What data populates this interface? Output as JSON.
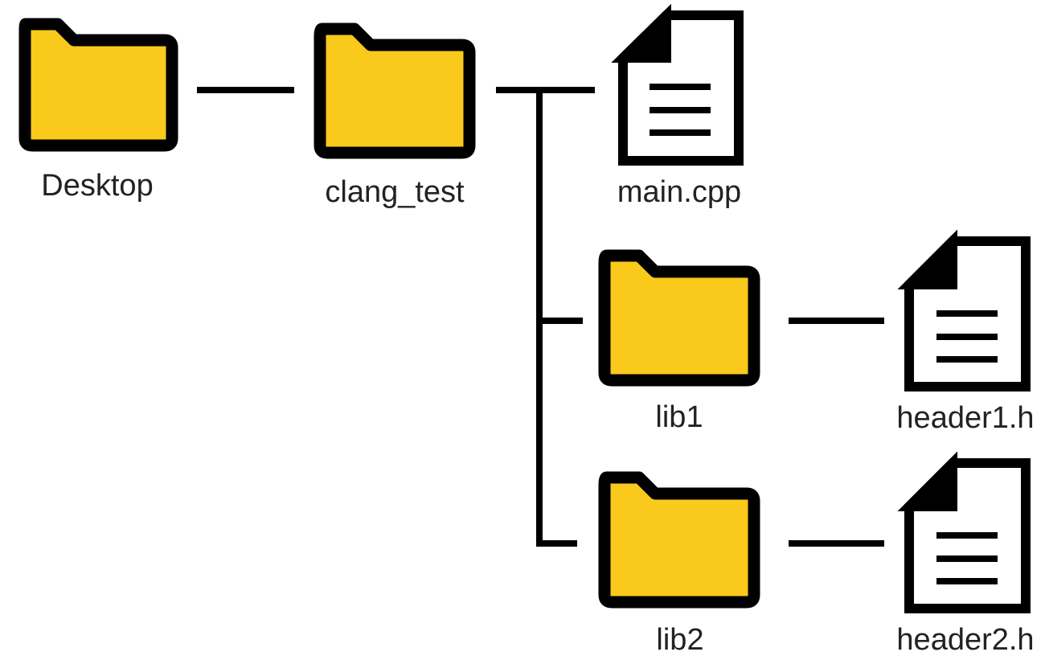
{
  "tree": {
    "colors": {
      "folder_fill": "#F9C91C",
      "outline": "#000000",
      "file_fill": "#FFFFFF",
      "label": "#222222"
    },
    "nodes": [
      {
        "id": "desktop",
        "type": "folder",
        "icon": "folder-icon",
        "label": "Desktop"
      },
      {
        "id": "clang_test",
        "type": "folder",
        "icon": "folder-icon",
        "label": "clang_test"
      },
      {
        "id": "main_cpp",
        "type": "file",
        "icon": "file-icon",
        "label": "main.cpp"
      },
      {
        "id": "lib1",
        "type": "folder",
        "icon": "folder-icon",
        "label": "lib1"
      },
      {
        "id": "header1_h",
        "type": "file",
        "icon": "file-icon",
        "label": "header1.h"
      },
      {
        "id": "lib2",
        "type": "folder",
        "icon": "folder-icon",
        "label": "lib2"
      },
      {
        "id": "header2_h",
        "type": "file",
        "icon": "file-icon",
        "label": "header2.h"
      }
    ],
    "edges": [
      {
        "from": "desktop",
        "to": "clang_test"
      },
      {
        "from": "clang_test",
        "to": "main_cpp"
      },
      {
        "from": "clang_test",
        "to": "lib1"
      },
      {
        "from": "clang_test",
        "to": "lib2"
      },
      {
        "from": "lib1",
        "to": "header1_h"
      },
      {
        "from": "lib2",
        "to": "header2_h"
      }
    ]
  }
}
